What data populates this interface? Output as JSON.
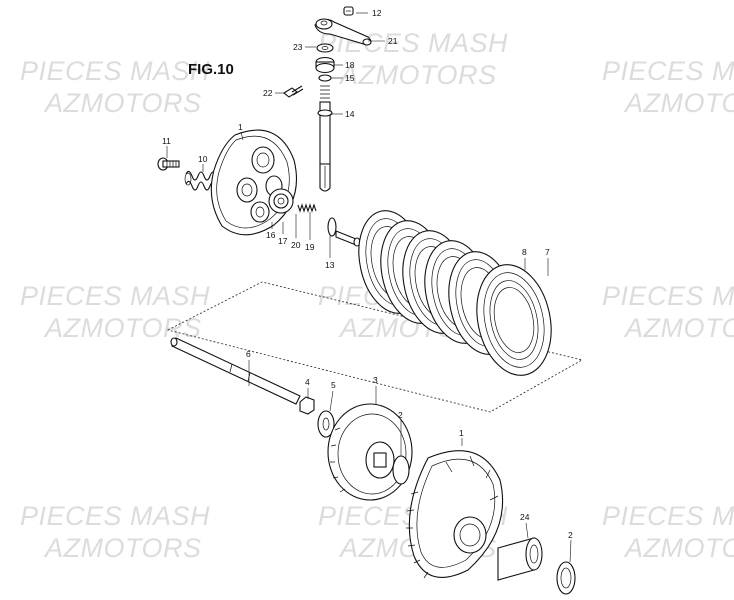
{
  "figure_label": "FIG.10",
  "watermarks": {
    "line1": "PIECES MASH",
    "line2": "AZMOTORS"
  },
  "callouts": [
    {
      "id": "12",
      "text": "12"
    },
    {
      "id": "23",
      "text": "23"
    },
    {
      "id": "21",
      "text": "21"
    },
    {
      "id": "18",
      "text": "18"
    },
    {
      "id": "15",
      "text": "15"
    },
    {
      "id": "22",
      "text": "22"
    },
    {
      "id": "14",
      "text": "14"
    },
    {
      "id": "11",
      "text": "11"
    },
    {
      "id": "1a",
      "text": "1"
    },
    {
      "id": "10",
      "text": "10"
    },
    {
      "id": "16",
      "text": "16"
    },
    {
      "id": "17",
      "text": "17"
    },
    {
      "id": "20",
      "text": "20"
    },
    {
      "id": "19",
      "text": "19"
    },
    {
      "id": "13",
      "text": "13"
    },
    {
      "id": "8",
      "text": "8"
    },
    {
      "id": "7",
      "text": "7"
    },
    {
      "id": "6",
      "text": "6"
    },
    {
      "id": "4",
      "text": "4"
    },
    {
      "id": "5",
      "text": "5"
    },
    {
      "id": "3",
      "text": "3"
    },
    {
      "id": "2a",
      "text": "2"
    },
    {
      "id": "1b",
      "text": "1"
    },
    {
      "id": "24",
      "text": "24"
    },
    {
      "id": "2b",
      "text": "2"
    }
  ]
}
